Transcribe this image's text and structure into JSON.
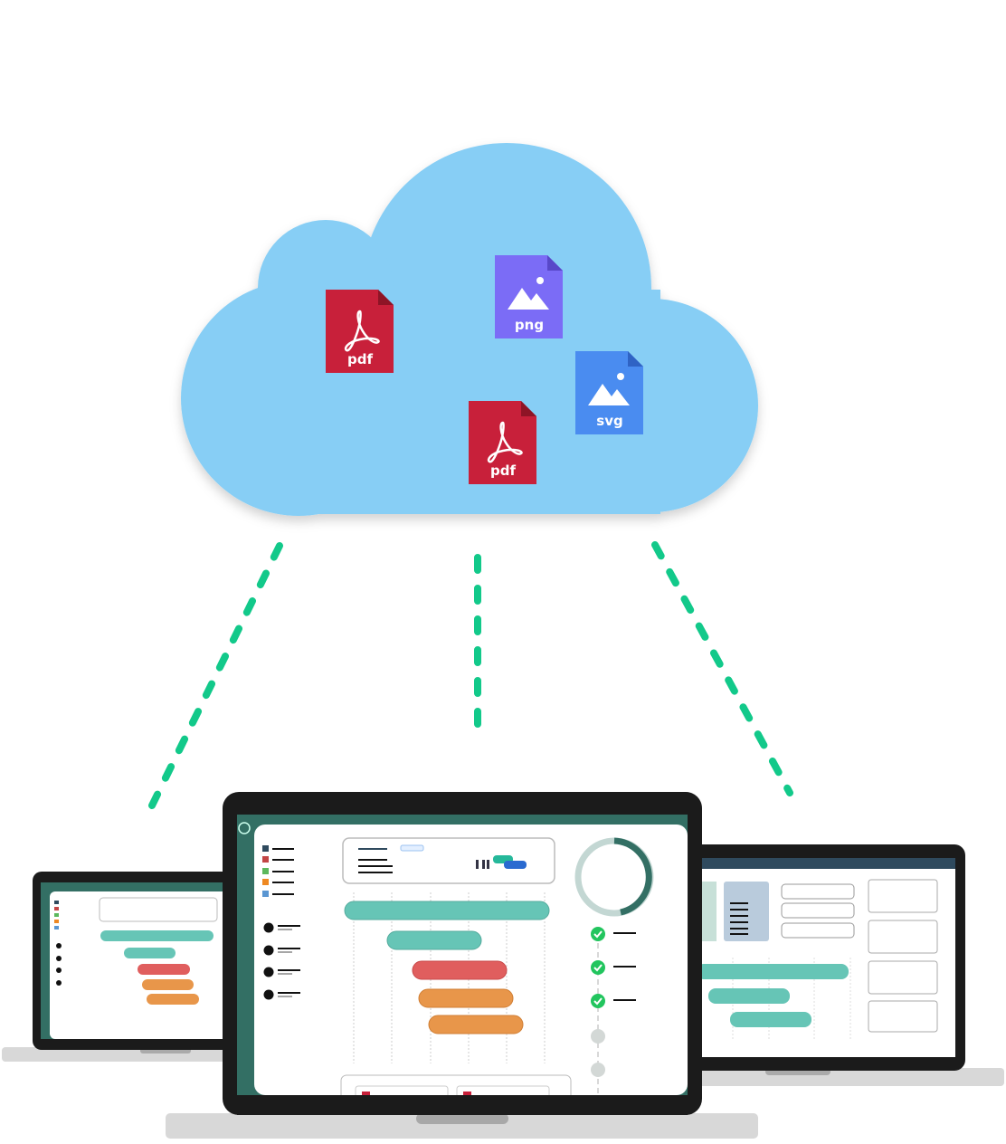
{
  "colors": {
    "cloud": "#87CEF5",
    "link": "#12C98A",
    "pdf": "#C8203A",
    "png": "#7B6CF6",
    "svg": "#4A8CF0",
    "sidebar": "#336F64",
    "teal_bar": "#66C5B6",
    "red_bar": "#E05E5E",
    "orange_bar": "#E8964A"
  },
  "cloud_files": [
    {
      "label": "pdf",
      "type": "pdf-file-icon"
    },
    {
      "label": "png",
      "type": "image-file-icon"
    },
    {
      "label": "svg",
      "type": "image-file-icon"
    },
    {
      "label": "pdf",
      "type": "pdf-file-icon"
    }
  ]
}
